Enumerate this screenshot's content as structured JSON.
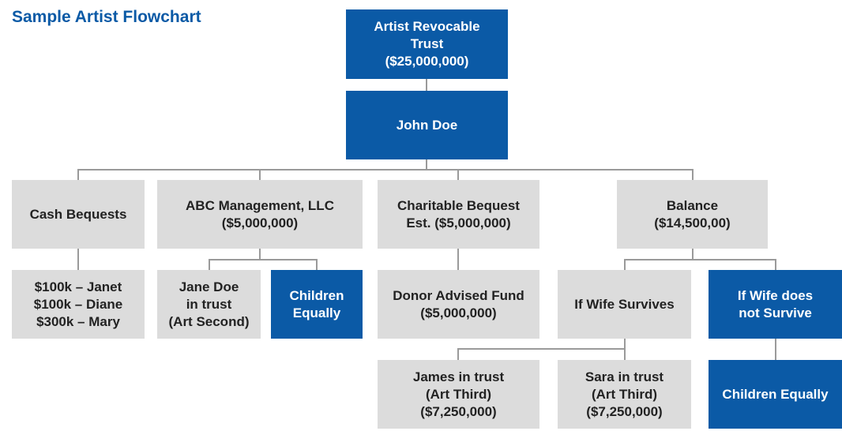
{
  "title": "Sample Artist Flowchart",
  "colors": {
    "primary": "#0b5aa6",
    "secondary": "#dcdcdc",
    "connector": "#9a9a9a"
  },
  "nodes": {
    "trust": {
      "lines": [
        "Artist Revocable",
        "Trust",
        "($25,000,000)"
      ]
    },
    "john": {
      "lines": [
        "John Doe"
      ]
    },
    "cash": {
      "lines": [
        "Cash Bequests"
      ]
    },
    "abc": {
      "lines": [
        "ABC Management, LLC",
        "($5,000,000)"
      ]
    },
    "charitable": {
      "lines": [
        "Charitable Bequest",
        "Est. ($5,000,000)"
      ]
    },
    "balance": {
      "lines": [
        "Balance",
        "($14,500,00)"
      ]
    },
    "amounts": {
      "lines": [
        "$100k – Janet",
        "$100k – Diane",
        "$300k – Mary"
      ]
    },
    "jane": {
      "lines": [
        "Jane Doe",
        "in trust",
        "(Art Second)"
      ]
    },
    "children_abc": {
      "lines": [
        "Children",
        "Equally"
      ]
    },
    "donor": {
      "lines": [
        "Donor Advised Fund",
        "($5,000,000)"
      ]
    },
    "wife_survives": {
      "lines": [
        "If Wife Survives"
      ]
    },
    "wife_not": {
      "lines": [
        "If Wife does",
        "not Survive"
      ]
    },
    "james": {
      "lines": [
        "James in trust",
        "(Art Third)",
        "($7,250,000)"
      ]
    },
    "sara": {
      "lines": [
        "Sara in trust",
        "(Art Third)",
        "($7,250,000)"
      ]
    },
    "children_final": {
      "lines": [
        "Children Equally"
      ]
    }
  }
}
